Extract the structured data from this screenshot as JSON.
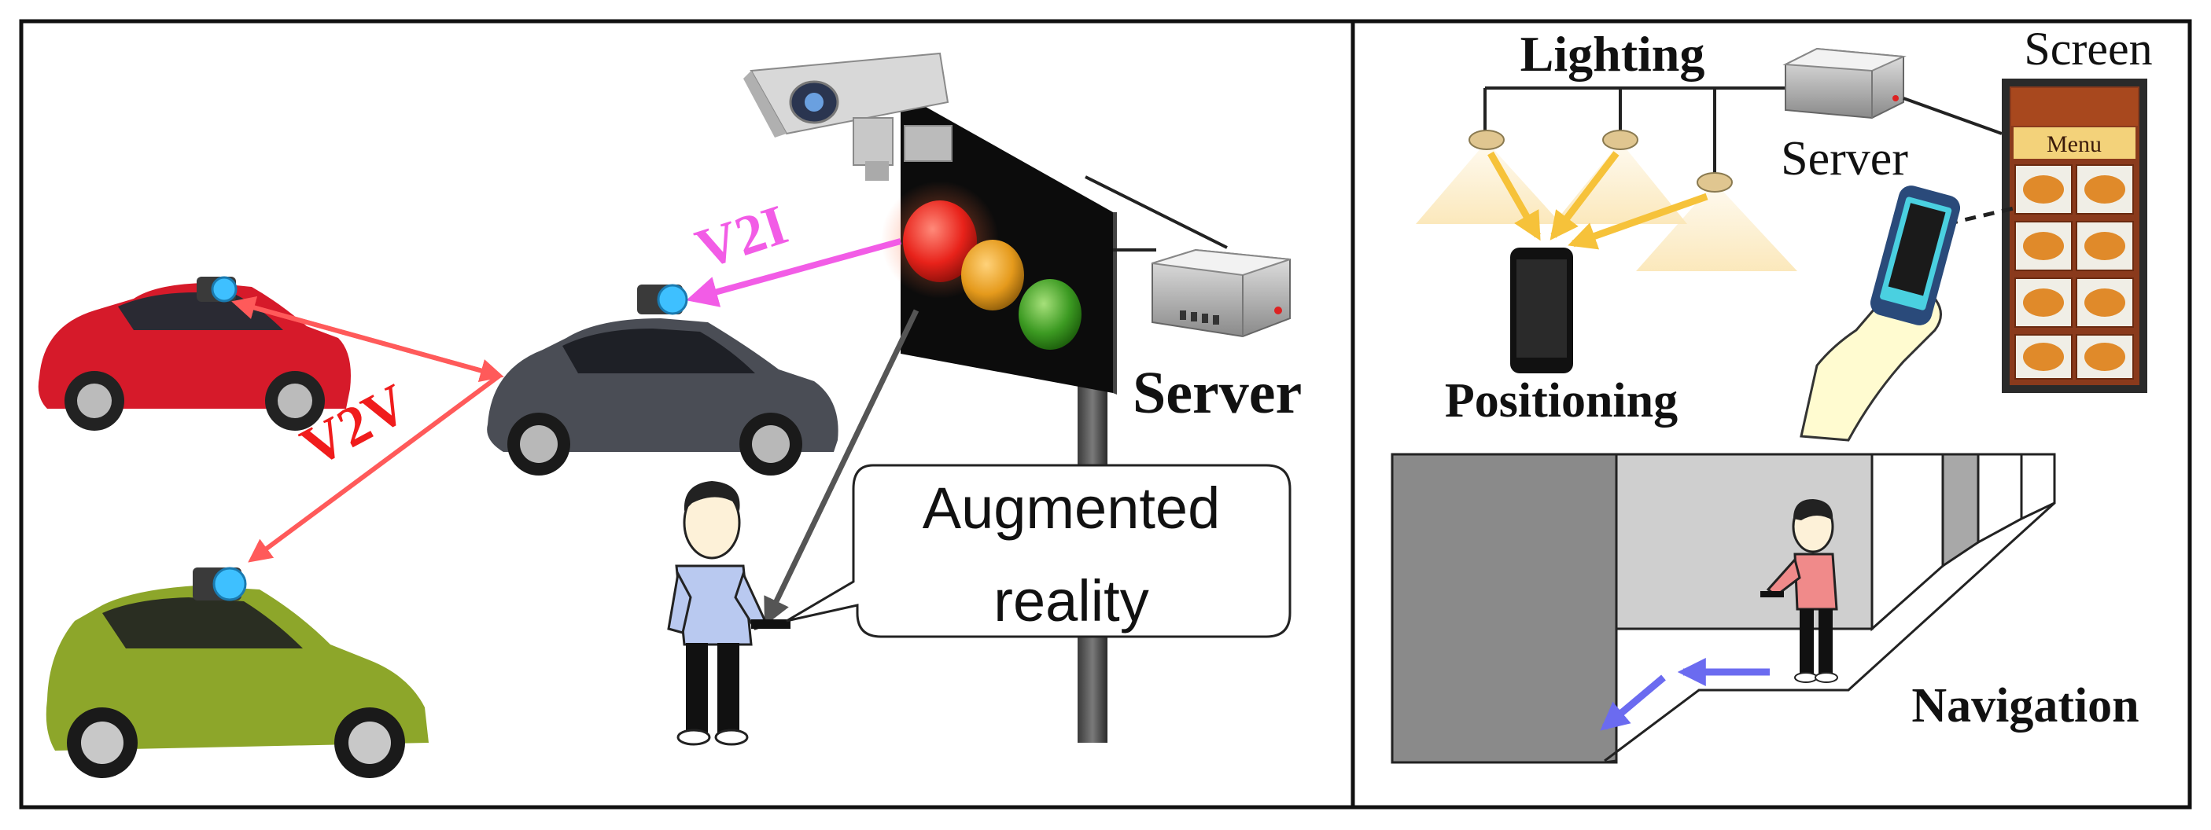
{
  "left_panel": {
    "labels": {
      "v2i": "V2I",
      "v2v": "V2V",
      "server": "Server",
      "ar_line1": "Augmented",
      "ar_line2": "reality"
    }
  },
  "right_panel": {
    "labels": {
      "lighting": "Lighting",
      "screen": "Screen",
      "server": "Server",
      "menu": "Menu",
      "positioning": "Positioning",
      "navigation": "Navigation"
    }
  },
  "colors": {
    "v2i": "#f25ce6",
    "v2v": "#ff5a5a",
    "nav_arrow": "#6b6bf0",
    "light_beam": "#fbe7b8",
    "light_ray": "#f6c23a"
  }
}
